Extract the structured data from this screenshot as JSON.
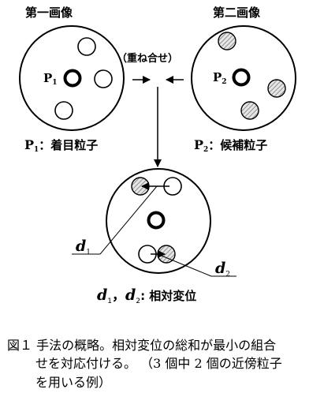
{
  "first_image": {
    "title": "第一画像",
    "center_particle_label": "P",
    "center_particle_sub": "1",
    "focus_label_p": "P",
    "focus_label_sub": "1",
    "focus_label_text": "：着目粒子"
  },
  "second_image": {
    "title": "第二画像",
    "center_particle_label": "P",
    "center_particle_sub": "2",
    "candidate_label_p": "P",
    "candidate_label_sub": "2",
    "candidate_label_text": "：候補粒子"
  },
  "overlay": {
    "label": "（重ね合せ）",
    "d1_label": "d",
    "d1_sub": "1",
    "d2_label": "d",
    "d2_sub": "2",
    "legend_d1": "d",
    "legend_d1_sub": "1",
    "legend_sep": "，",
    "legend_d2": "d",
    "legend_d2_sub": "2",
    "legend_text": ": 相対変位"
  },
  "caption": {
    "line1": "図１ 手法の概略。相対変位の総和が最小の組合",
    "line2": "せを対応付ける。 （3 個中 2 個の近傍粒子",
    "line3": "を用いる例）"
  }
}
